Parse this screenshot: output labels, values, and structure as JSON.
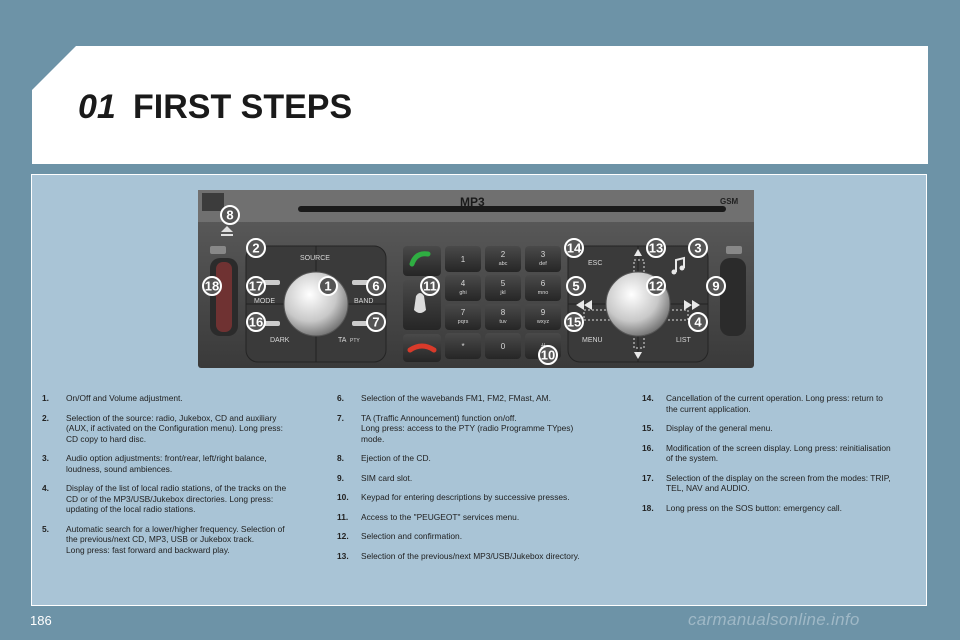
{
  "header": {
    "chapter_number": "01",
    "chapter_title": "FIRST STEPS"
  },
  "page_number": "186",
  "watermark": "carmanualsonline.info",
  "radio": {
    "logo": "MP3",
    "gsm": "GSM",
    "labels": {
      "source": "SOURCE",
      "mode": "MODE",
      "band": "BAND",
      "dark": "DARK",
      "ta": "TA",
      "pty": "PTY",
      "esc": "ESC",
      "menu": "MENU",
      "list": "LIST"
    },
    "keypad": [
      {
        "d": "1",
        "l": ""
      },
      {
        "d": "2",
        "l": "abc"
      },
      {
        "d": "3",
        "l": "def"
      },
      {
        "d": "4",
        "l": "ghi"
      },
      {
        "d": "5",
        "l": "jkl"
      },
      {
        "d": "6",
        "l": "mno"
      },
      {
        "d": "7",
        "l": "pqrs"
      },
      {
        "d": "8",
        "l": "tuv"
      },
      {
        "d": "9",
        "l": "wxyz"
      },
      {
        "d": "*",
        "l": ""
      },
      {
        "d": "0",
        "l": ""
      },
      {
        "d": "#",
        "l": ""
      }
    ],
    "callouts": [
      "1",
      "2",
      "3",
      "4",
      "5",
      "6",
      "7",
      "8",
      "9",
      "10",
      "11",
      "12",
      "13",
      "14",
      "15",
      "16",
      "17",
      "18"
    ]
  },
  "items_col1": [
    {
      "num": "1.",
      "text": "On/Off and Volume adjustment."
    },
    {
      "num": "2.",
      "text": "Selection of the source: radio, Jukebox, CD and auxiliary\n(AUX, if activated on the Configuration menu). Long press:\nCD copy to hard disc."
    },
    {
      "num": "3.",
      "text": "Audio option adjustments: front/rear, left/right balance,\nloudness, sound ambiences."
    },
    {
      "num": "4.",
      "text": "Display of the list of local radio stations, of the tracks on the\nCD or of the MP3/USB/Jukebox directories. Long press:\nupdating of the local radio stations."
    },
    {
      "num": "5.",
      "text": "Automatic search for a lower/higher frequency. Selection of\nthe previous/next CD, MP3, USB or Jukebox track.\nLong press: fast forward and backward play."
    }
  ],
  "items_col2": [
    {
      "num": "6.",
      "text": "Selection of the wavebands FM1, FM2, FMast, AM."
    },
    {
      "num": "7.",
      "text": "TA (Traffic Announcement) function on/off.\nLong press: access to the PTY (radio Programme TYpes)\nmode."
    },
    {
      "num": "8.",
      "text": "Ejection of the CD."
    },
    {
      "num": "9.",
      "text": "SIM card slot."
    },
    {
      "num": "10.",
      "text": "Keypad for entering descriptions by successive presses."
    },
    {
      "num": "11.",
      "text": "Access to the \"PEUGEOT\" services menu."
    },
    {
      "num": "12.",
      "text": "Selection and confirmation."
    },
    {
      "num": "13.",
      "text": "Selection of the previous/next MP3/USB/Jukebox directory."
    }
  ],
  "items_col3": [
    {
      "num": "14.",
      "text": "Cancellation of the current operation. Long press: return to\nthe current application."
    },
    {
      "num": "15.",
      "text": "Display of the general menu."
    },
    {
      "num": "16.",
      "text": "Modification of the screen display. Long press: reinitialisation\nof the system."
    },
    {
      "num": "17.",
      "text": "Selection of the display on the screen from the modes: TRIP,\nTEL, NAV and AUDIO."
    },
    {
      "num": "18.",
      "text": "Long press on the SOS button: emergency call."
    }
  ]
}
